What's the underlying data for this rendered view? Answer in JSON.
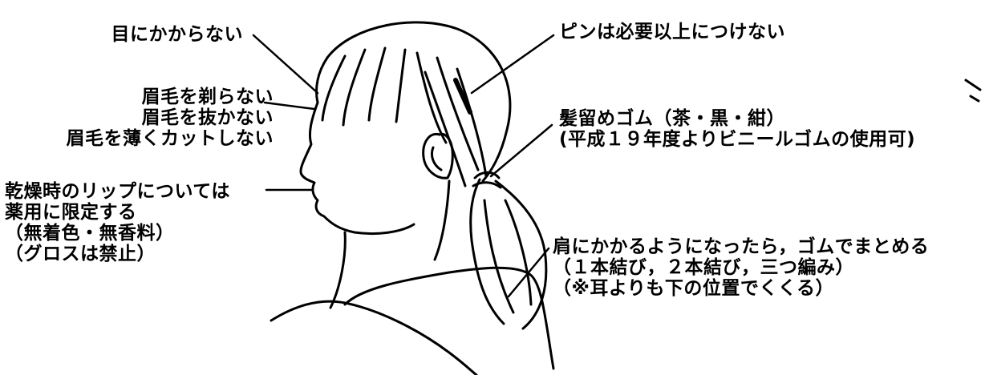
{
  "diagram": {
    "annotations": {
      "eye": [
        "目にかからない"
      ],
      "eyebrow": [
        "眉毛を剃らない",
        "眉毛を抜かない",
        "眉毛を薄くカットしない"
      ],
      "lip": [
        "乾燥時のリップについては",
        "薬用に限定する",
        "（無着色・無香料）",
        "（グロスは禁止）"
      ],
      "pin": [
        "ピンは必要以上につけない"
      ],
      "hairband": [
        "髪留めゴム（茶・黒・紺）",
        "(平成１９年度よりビニールゴムの使用可)"
      ],
      "shoulder": [
        "肩にかかるようになったら，ゴムでまとめる",
        "（１本結び，２本結び，三つ編み）",
        "（※耳よりも下の位置でくくる）"
      ]
    }
  }
}
